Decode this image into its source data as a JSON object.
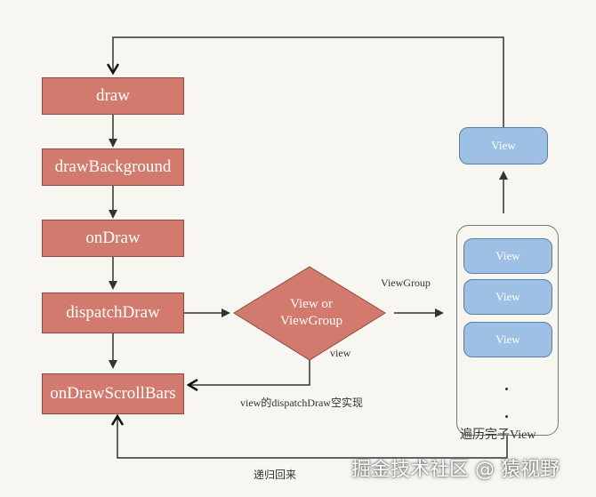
{
  "nodes": {
    "draw": "draw",
    "drawBackground": "drawBackground",
    "onDraw": "onDraw",
    "dispatchDraw": "dispatchDraw",
    "onDrawScrollBars": "onDrawScrollBars",
    "decision_line1": "View or",
    "decision_line2": "ViewGroup",
    "view_top": "View",
    "view_1": "View",
    "view_2": "View",
    "view_3": "View"
  },
  "labels": {
    "viewgroup_edge": "ViewGroup",
    "view_edge": "view",
    "view_dispatch_empty": "view的dispatchDraw空实现",
    "traverse_children": "遍历完子View",
    "recurse_back": "递归回来"
  },
  "watermark": "掘金技术社区 @ 猿视野"
}
